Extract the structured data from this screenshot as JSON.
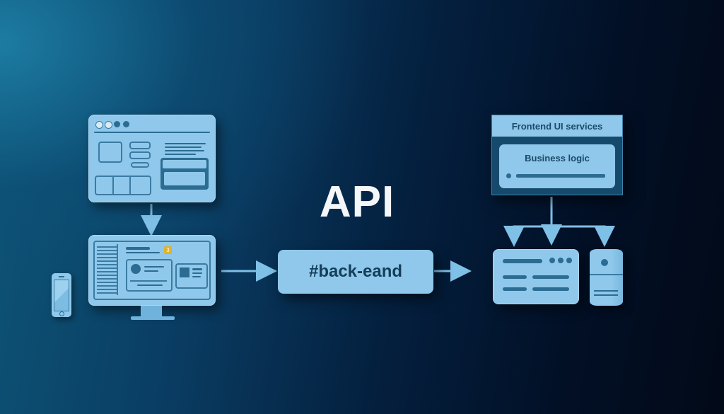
{
  "title": "API",
  "backend_label": "#back-eand",
  "frontend_panel": {
    "header": "Frontend UI services",
    "inner_card_title": "Business logic"
  },
  "nodes": [
    {
      "id": "browser-window",
      "icon": "browser-wireframe-icon"
    },
    {
      "id": "desktop-monitor",
      "icon": "monitor-icon",
      "badge": "3"
    },
    {
      "id": "mobile-phone",
      "icon": "smartphone-icon"
    },
    {
      "id": "backend",
      "label_ref": "backend_label"
    },
    {
      "id": "frontend-ui-services",
      "label_ref": "frontend_panel.header"
    },
    {
      "id": "server",
      "icon": "server-icon"
    },
    {
      "id": "database",
      "icon": "database-icon"
    }
  ],
  "edges": [
    {
      "from": "browser-window",
      "to": "desktop-monitor"
    },
    {
      "from": "desktop-monitor",
      "to": "backend"
    },
    {
      "from": "backend",
      "to": "server"
    },
    {
      "from": "frontend-ui-services",
      "to": "server"
    },
    {
      "from": "frontend-ui-services",
      "to": "database"
    }
  ],
  "colors": {
    "card": "#8fc8ea",
    "card_detail": "#2c6c92",
    "title_text": "#f4f7fa",
    "badge": "#e0b22a",
    "background_dark": "#020a18",
    "background_light": "#1f82aa"
  }
}
